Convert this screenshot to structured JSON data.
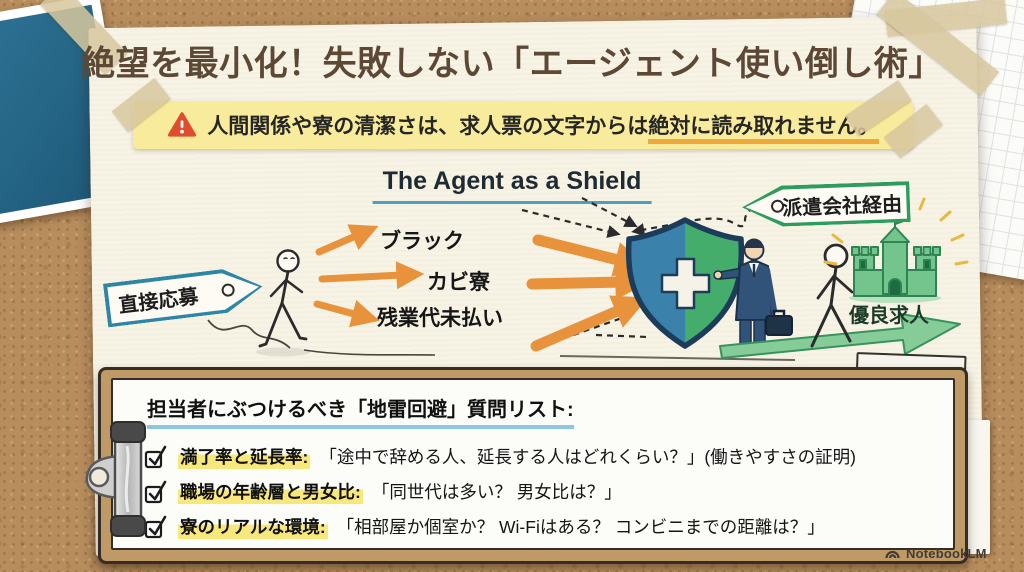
{
  "title": "絶望を最小化！失敗しない「エージェント使い倒し術」",
  "warning": {
    "text": "人間関係や寮の清潔さは、求人票の文字からは",
    "emphasis": "絶対に読み取れません。"
  },
  "diagram": {
    "heading": "The Agent as a Shield",
    "direct_tag": "直接応募",
    "risks": [
      "ブラック",
      "カビ寮",
      "残業代未払い"
    ],
    "agency_tag": "派遣会社経由",
    "goal": "優良求人"
  },
  "checklist": {
    "heading": "担当者にぶつけるべき「地雷回避」質問リスト:",
    "items": [
      {
        "term": "満了率と延長率:",
        "question": "「途中で辞める人、延長する人はどれくらい？」(働きやすさの証明)"
      },
      {
        "term": "職場の年齢層と男女比:",
        "question": "「同世代は多い？ 男女比は？」"
      },
      {
        "term": "寮のリアルな環境:",
        "question": "「相部屋か個室か？ Wi-Fiはある？ コンビニまでの距離は？」"
      }
    ]
  },
  "branding": {
    "watermark": "NotebookLM"
  },
  "icons": {
    "warning": "triangle-exclamation",
    "checkbox": "checked-box",
    "shield": "shield-with-cross",
    "castle": "castle-flag",
    "logo": "notebooklm-arcs"
  },
  "colors": {
    "cork": "#b78d5d",
    "paper": "#f7f3e5",
    "title_brown": "#5d4836",
    "banner_yellow": "#f8ec9c",
    "warning_red": "#e14b2e",
    "accent_orange": "#e8923b",
    "underline_orange": "#efa93a",
    "shield_blue": "#3a82ab",
    "shield_green": "#45ad6b",
    "tag_teal": "#2d86a5",
    "tag_green": "#2d9c5e",
    "underline_blue": "#8ac8dc",
    "highlight_yellow": "#f8e87b"
  }
}
